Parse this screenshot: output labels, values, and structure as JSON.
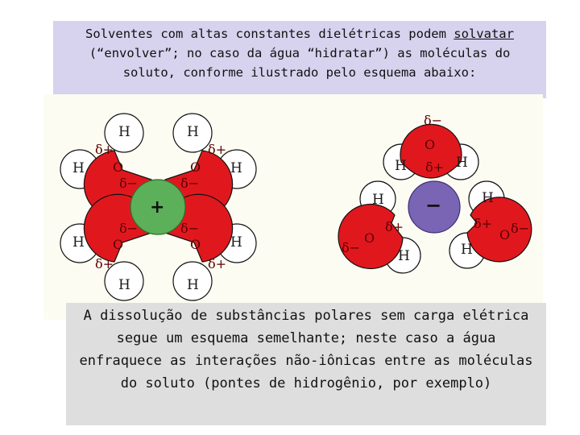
{
  "header": {
    "text_before": "Solventes com altas constantes dielétricas podem ",
    "underlined": "solvatar",
    "text_after": " (“envolver”; no caso da água “hidratar”) as moléculas do soluto, conforme ilustrado pelo esquema abaixo:"
  },
  "diagram": {
    "cation_sign": "+",
    "anion_sign": "−",
    "atom_h": "H",
    "atom_o": "O",
    "delta_plus": "δ+",
    "delta_minus": "δ−",
    "colors": {
      "oxygen": "#e0181e",
      "hydrogen": "#ffffff",
      "cation": "#5cb05a",
      "anion": "#7a64b4"
    }
  },
  "footer": {
    "text": "A dissolução de substâncias polares sem carga elétrica segue um esquema semelhante; neste caso a água enfraquece as interações não-iônicas entre as moléculas do soluto (pontes de hidrogênio, por exemplo)"
  }
}
